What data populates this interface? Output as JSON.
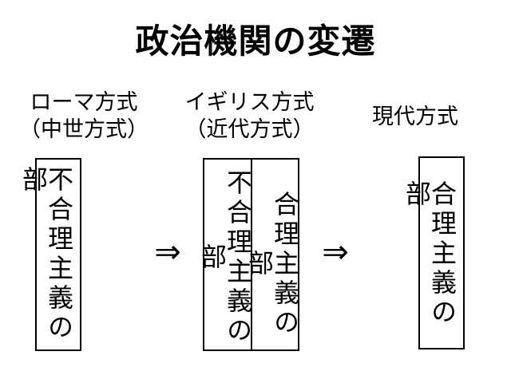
{
  "title": "政治機関の変遷",
  "columns": [
    {
      "label_line1": "ローマ方式",
      "label_line2": "（中世方式）",
      "box_texts": [
        "不合理主義の部"
      ]
    },
    {
      "label_line1": "イギリス方式",
      "label_line2": "（近代方式）",
      "box_texts": [
        "不合理主義の部",
        "合理主義の部"
      ]
    },
    {
      "label_line1": "現代方式",
      "label_line2": "",
      "box_texts": [
        "合理主義の部"
      ]
    }
  ],
  "arrows": [
    "⇒",
    "⇒"
  ]
}
